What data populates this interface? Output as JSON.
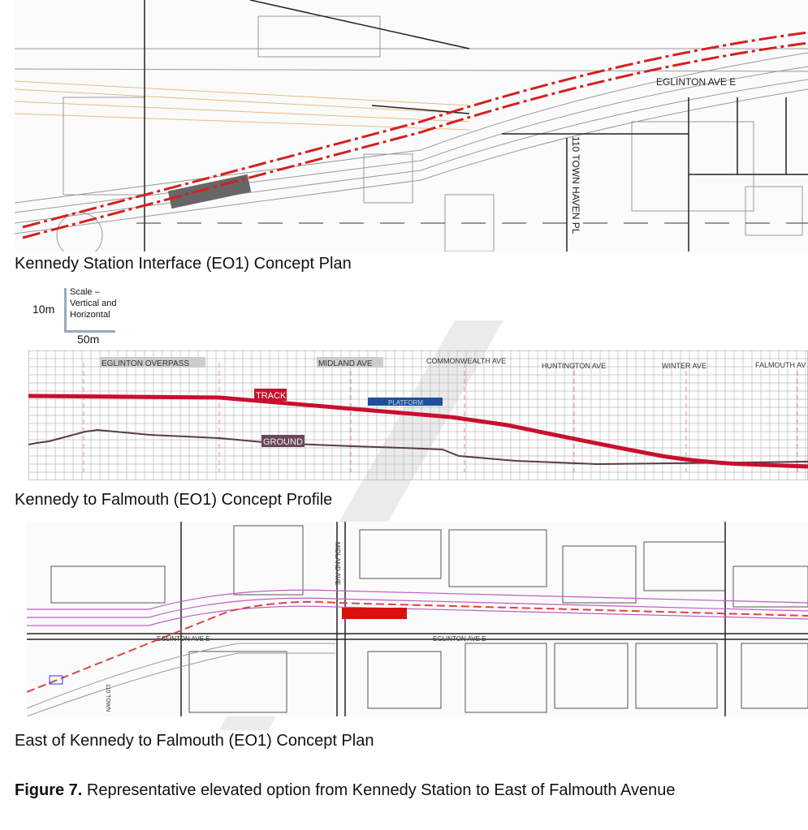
{
  "plan_top": {
    "caption": "Kennedy Station Interface (EO1) Concept Plan",
    "street_labels": [
      "EGLINTON AVE E",
      "110 TOWN HAVEN PL"
    ]
  },
  "scale": {
    "vertical": "10m",
    "horizontal": "50m",
    "note_lines": [
      "Scale –",
      "Vertical and",
      "Horizontal"
    ]
  },
  "profile": {
    "caption": "Kennedy to Falmouth (EO1) Concept Profile",
    "streets": [
      "EGLINTON OVERPASS",
      "MIDLAND AVE",
      "COMMONWEALTH AVE",
      "HUNTINGTON AVE",
      "WINTER AVE",
      "FALMOUTH AV"
    ],
    "track_label": "TRACK",
    "platform_label": "PLATFORM",
    "ground_label": "GROUND",
    "colors": {
      "track": "#c8102e",
      "platform": "#1f4f9c",
      "ground": "#5a3a48"
    }
  },
  "plan_bottom": {
    "caption": "East of Kennedy to Falmouth (EO1) Concept Plan",
    "street_labels": [
      "MIDLAND AVE",
      "EGLINTON AVE E",
      "EGLINTON AVE E",
      "110 TOWN"
    ]
  },
  "figure": {
    "label": "Figure 7.",
    "text": " Representative elevated option from Kennedy Station to East of Falmouth Avenue"
  }
}
